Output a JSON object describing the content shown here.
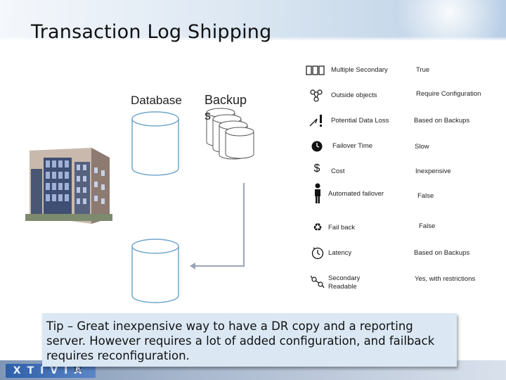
{
  "slide": {
    "title": "Transaction Log Shipping",
    "page_number": "12"
  },
  "diagram": {
    "database_label": "Database",
    "backups_label": "Backup s"
  },
  "features": [
    {
      "icon": "servers-icon",
      "label": "Multiple Secondary",
      "value": "True"
    },
    {
      "icon": "network-icon",
      "label": "Outside objects",
      "value": "Require Configuration"
    },
    {
      "icon": "data-loss-icon",
      "label": "Potential Data Loss",
      "value": "Based on Backups"
    },
    {
      "icon": "clock-icon",
      "label": "Failover Time",
      "value": "Slow"
    },
    {
      "icon": "dollar-icon",
      "label": "Cost",
      "value": "Inexpensive"
    },
    {
      "icon": "person-icon",
      "label": "Automated failover",
      "value": "False"
    },
    {
      "icon": "recycle-icon",
      "label": "Fail back",
      "value": "False"
    },
    {
      "icon": "stopwatch-icon",
      "label": "Latency",
      "value": "Based on Backups"
    },
    {
      "icon": "glasses-icon",
      "label": "Secondary Readable",
      "value": "Yes, with restrictions"
    }
  ],
  "tip": {
    "text": "Tip – Great inexpensive way to have a DR copy and a reporting server.  However requires a lot of added configuration, and failback requires reconfiguration."
  },
  "footer": {
    "logo_text": "XTIVIA"
  },
  "colors": {
    "tip_background": "#dbe8f4",
    "logo_blue": "#2e5fa8"
  }
}
